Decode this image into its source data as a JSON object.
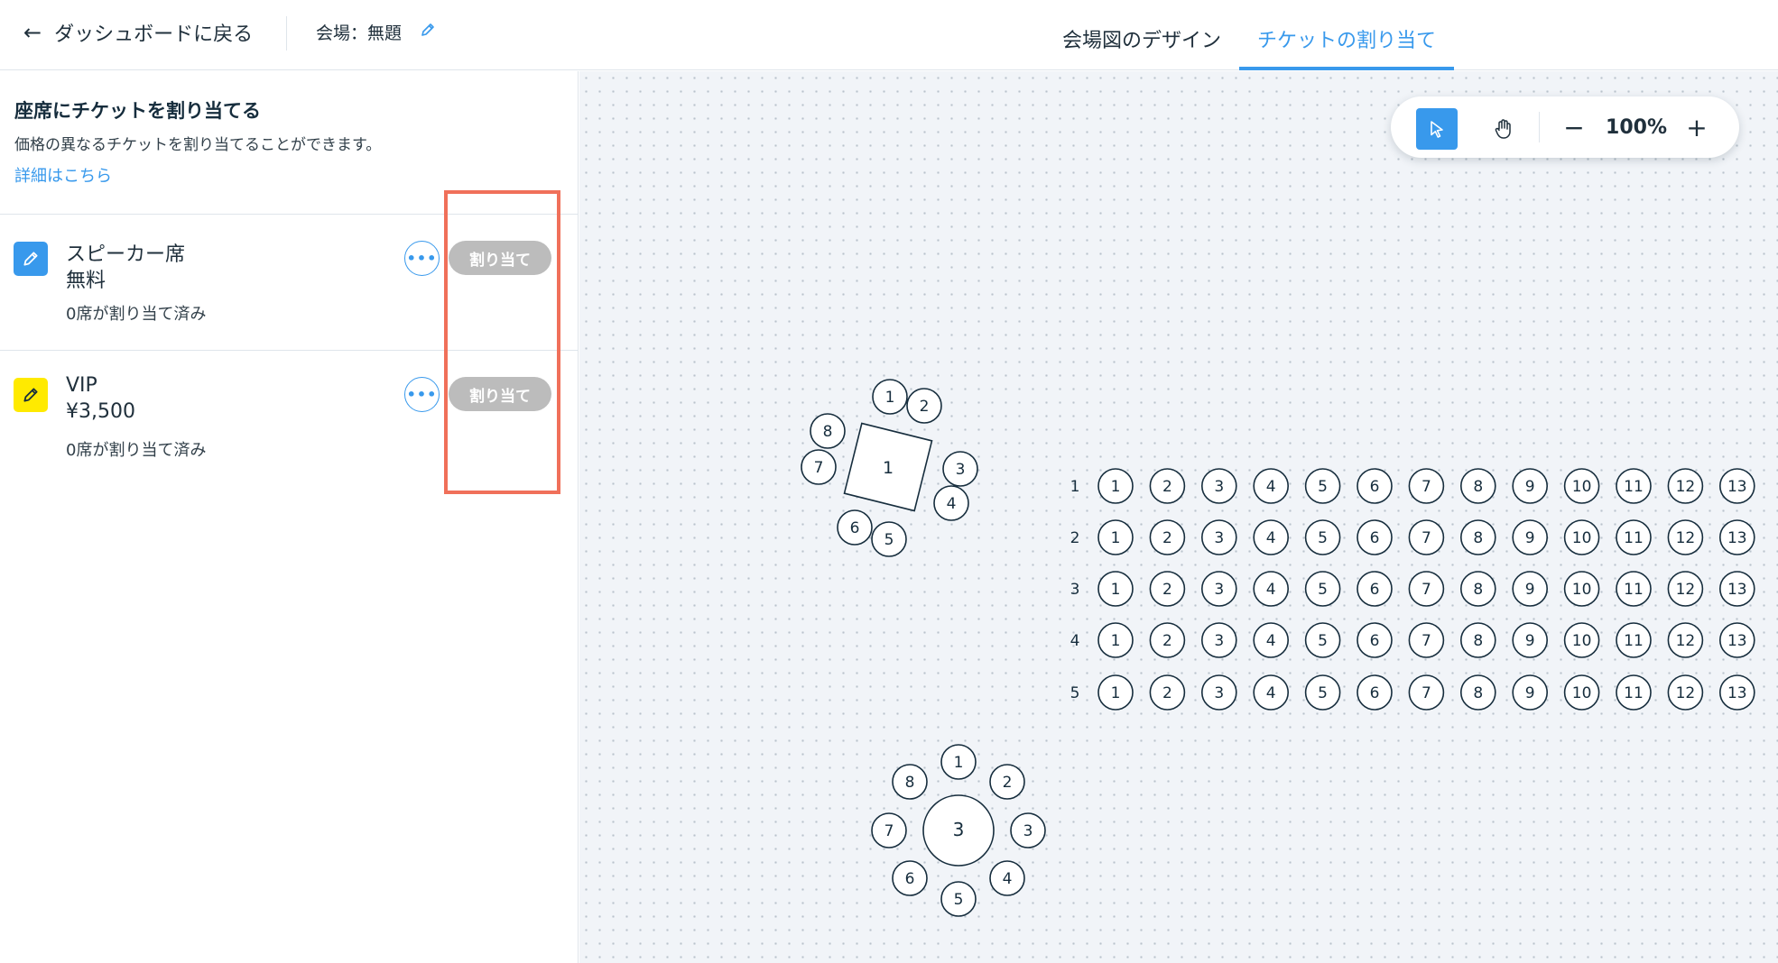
{
  "header": {
    "back_label": "ダッシュボードに戻る",
    "venue_label": "会場：無題",
    "tabs": [
      {
        "label": "会場図のデザイン",
        "active": false
      },
      {
        "label": "チケットの割り当て",
        "active": true
      }
    ]
  },
  "panel": {
    "title": "座席にチケットを割り当てる",
    "subtitle": "価格の異なるチケットを割り当てることができます。",
    "learn_more": "詳細はこちら",
    "tickets": [
      {
        "name": "スピーカー席",
        "price": "無料",
        "assigned": "0席が割り当て済み",
        "assign_label": "割り当て",
        "icon": "pencil-icon",
        "color": "#3899ec"
      },
      {
        "name": "VIP",
        "price": "¥3,500",
        "assigned": "0席が割り当て済み",
        "assign_label": "割り当て",
        "icon": "pencil-icon",
        "color": "#ffea00"
      }
    ]
  },
  "toolbar": {
    "zoom": "100%",
    "minus": "−",
    "plus": "+",
    "select_tool_active": true
  },
  "map": {
    "square_table": {
      "label": "1",
      "seats": [
        "1",
        "2",
        "3",
        "4",
        "5",
        "6",
        "7",
        "8"
      ]
    },
    "round_table": {
      "label": "3",
      "seats": [
        "1",
        "2",
        "3",
        "4",
        "5",
        "6",
        "7",
        "8"
      ]
    },
    "row_labels": [
      "1",
      "2",
      "3",
      "4",
      "5"
    ],
    "seat_numbers": [
      "1",
      "2",
      "3",
      "4",
      "5",
      "6",
      "7",
      "8",
      "9",
      "10",
      "11",
      "12",
      "13"
    ]
  },
  "colors": {
    "accent": "#3899ec",
    "assign_disabled": "#bcbcbc",
    "highlight": "#f0705a",
    "vip_icon": "#ffea00"
  }
}
